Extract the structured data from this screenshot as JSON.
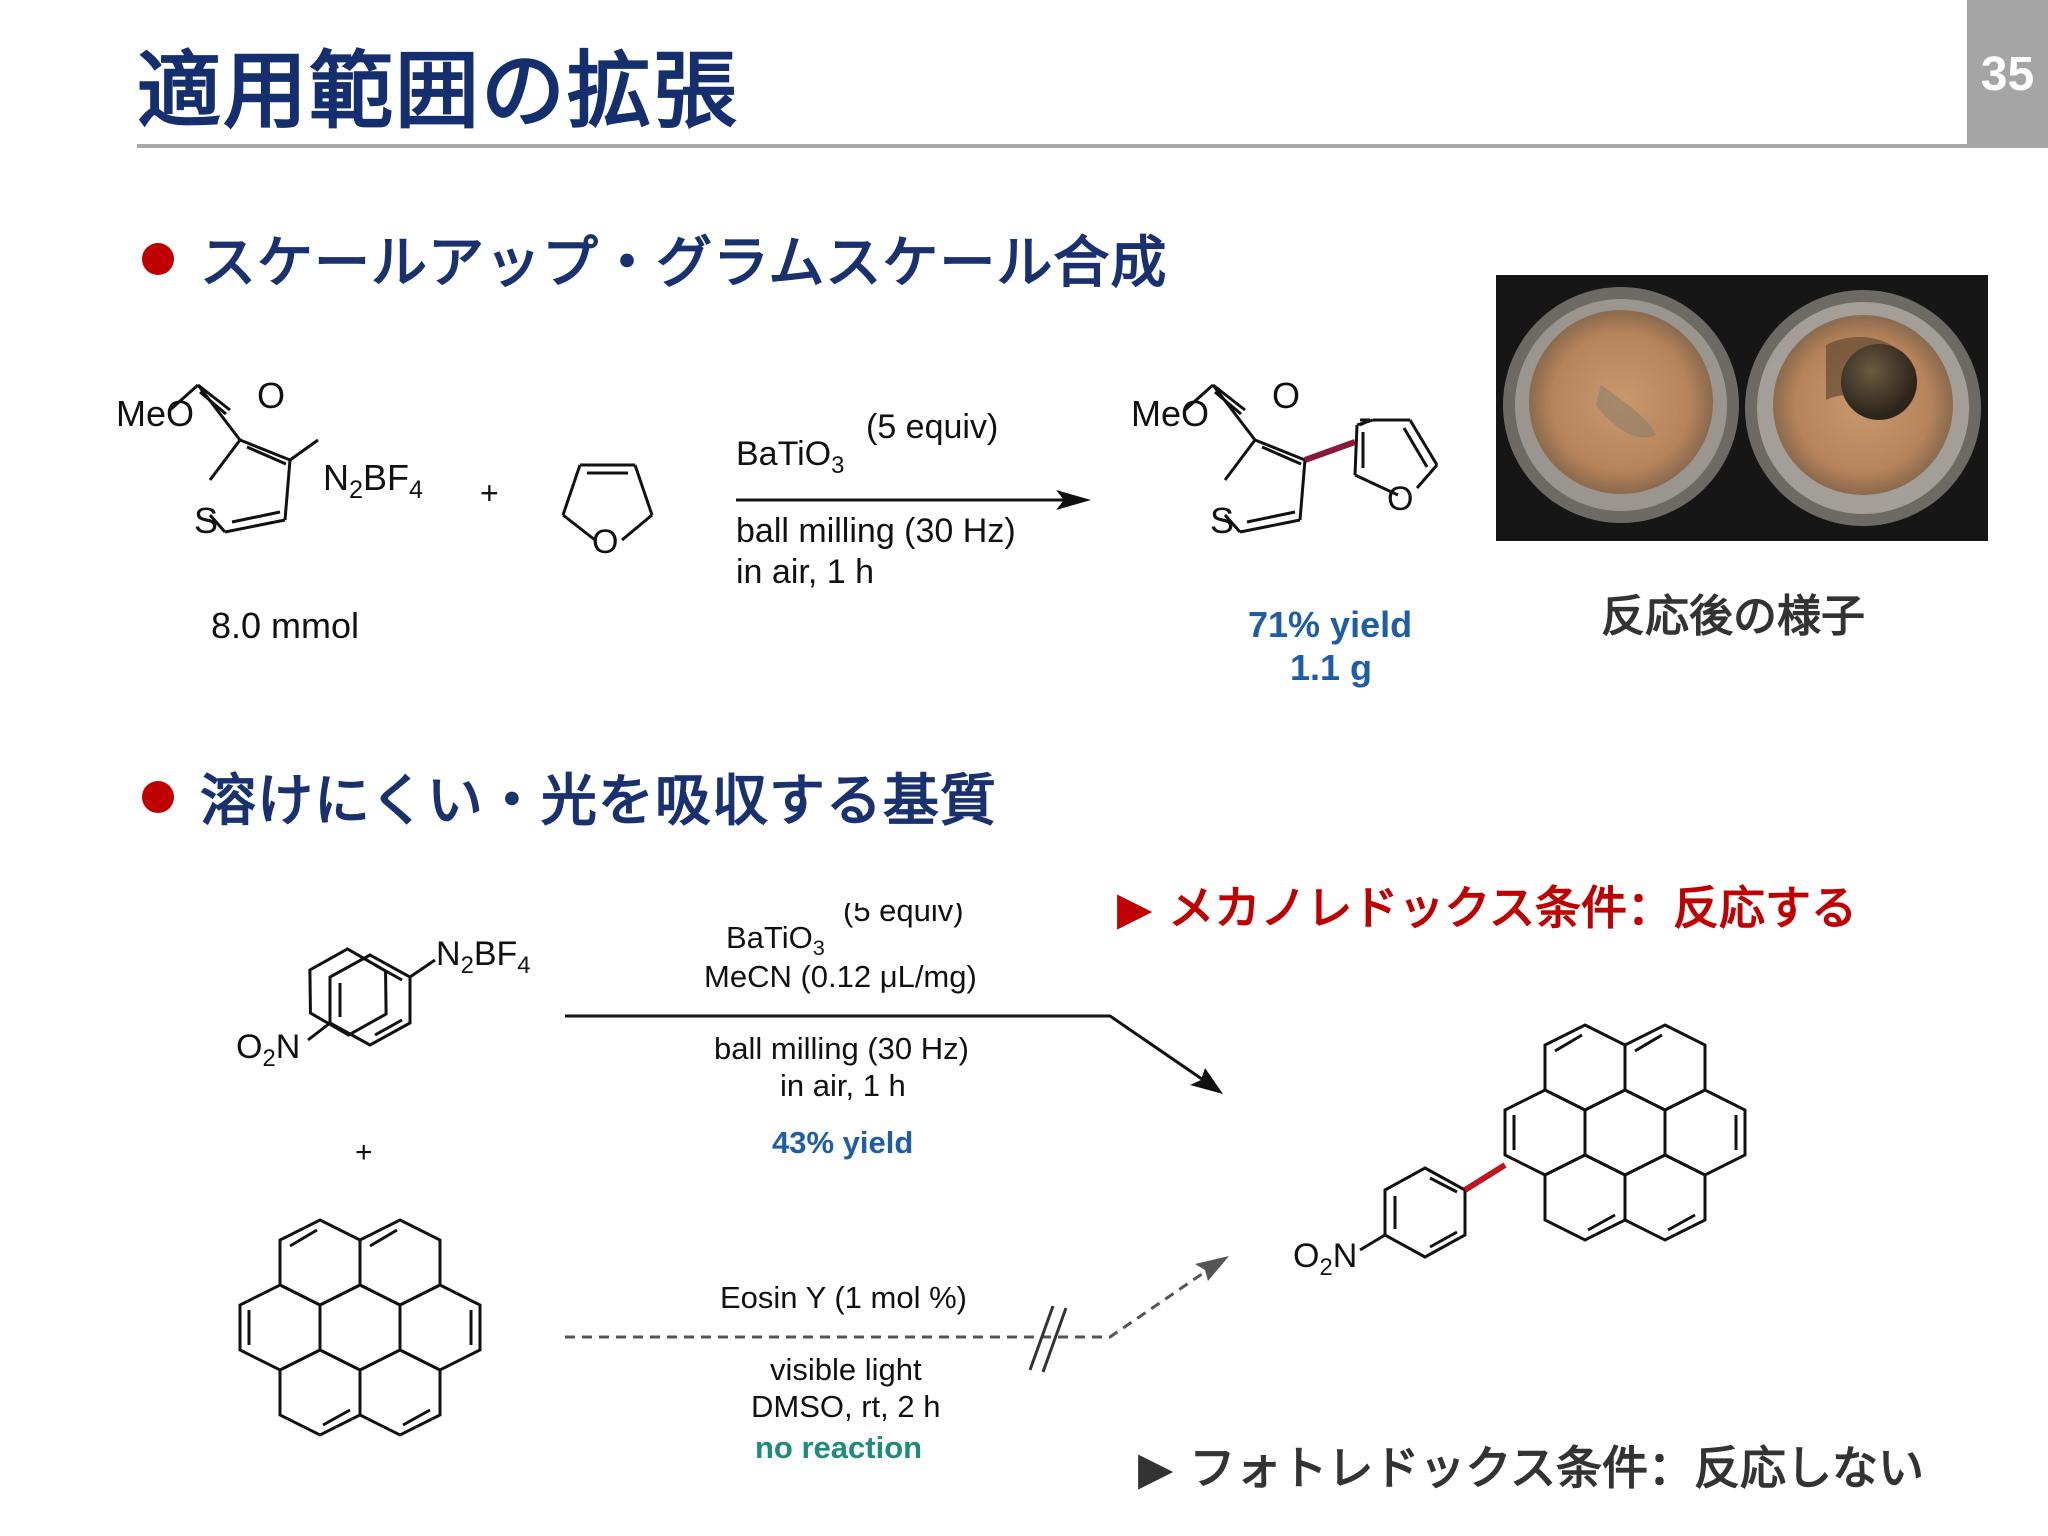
{
  "slide": {
    "title": "適用範囲の拡張",
    "page_number": "35"
  },
  "section1": {
    "bullet": "スケールアップ・グラムスケール合成",
    "reactant_ester": "MeO",
    "reactant_o": "O",
    "reactant_s": "S",
    "reactant_diazo": "N2BF4",
    "plus": "+",
    "furan_o": "O",
    "amount": "8.0 mmol",
    "reagent": "BaTiO3",
    "equiv": "(5 equiv)",
    "cond_line1": "ball milling (30 Hz)",
    "cond_line2": "in air, 1 h",
    "product_ester": "MeO",
    "product_o": "O",
    "product_s": "S",
    "product_furan_o": "O",
    "yield": "71% yield",
    "mass": "1.1 g",
    "photo_caption": "反応後の様子",
    "bond_color": "#8b1a3a"
  },
  "section2": {
    "bullet": "溶けにくい・光を吸収する基質",
    "diazo": "N2BF4",
    "nitro": "O2N",
    "plus": "+",
    "mechano": {
      "reagent": "BaTiO3",
      "equiv": "(5 equiv)",
      "solvent": "MeCN (0.12 μL/mg)",
      "cond_line1": "ball milling (30 Hz)",
      "cond_line2": "in air, 1 h",
      "yield": "43% yield",
      "label": "▶ メカノレドックス条件：反応する"
    },
    "photo": {
      "catalyst": "Eosin Y (1 mol %)",
      "cond_line1": "visible light",
      "cond_line2": "DMSO, rt, 2 h",
      "result": "no reaction",
      "label": "▶ フォトレドックス条件：反応しない"
    },
    "product_nitro": "O2N"
  },
  "colors": {
    "title_navy": "#142e6e",
    "bullet_red": "#c00000",
    "yield_blue": "#1f5da8",
    "no_reaction_teal": "#1f8a7d",
    "new_bond_red": "#c0141e"
  }
}
